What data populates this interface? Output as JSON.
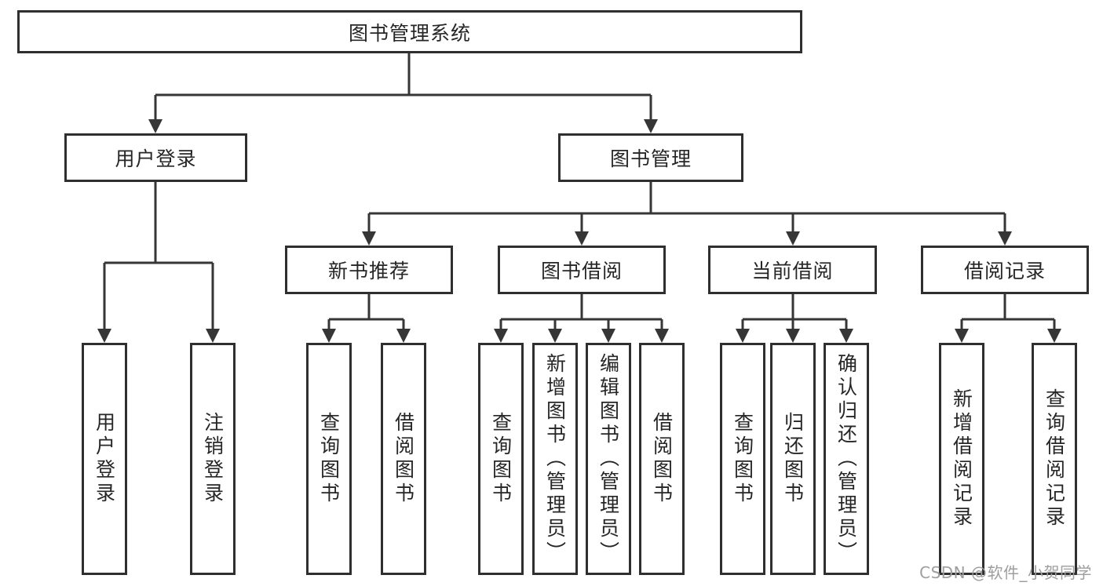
{
  "diagram": {
    "title": "图书管理系统",
    "root": {
      "label": "图书管理系统"
    },
    "level2": [
      {
        "label": "用户登录"
      },
      {
        "label": "图书管理"
      }
    ],
    "level3": [
      {
        "label": "新书推荐"
      },
      {
        "label": "图书借阅"
      },
      {
        "label": "当前借阅"
      },
      {
        "label": "借阅记录"
      }
    ],
    "leaves": [
      {
        "label": "用户登录"
      },
      {
        "label": "注销登录"
      },
      {
        "label": "查询图书"
      },
      {
        "label": "借阅图书"
      },
      {
        "label": "查询图书"
      },
      {
        "label": "新增图书（管理员）"
      },
      {
        "label": "编辑图书（管理员）"
      },
      {
        "label": "借阅图书"
      },
      {
        "label": "查询图书"
      },
      {
        "label": "归还图书"
      },
      {
        "label": "确认归还（管理员）"
      },
      {
        "label": "新增借阅记录"
      },
      {
        "label": "查询借阅记录"
      }
    ]
  },
  "watermark": {
    "text": "CSDN @软件_小贺同学"
  },
  "colors": {
    "line": "#363636",
    "box_border": "#2f2f2f",
    "text": "#262626",
    "watermark": "#9e9e9e",
    "background": "#ffffff"
  }
}
